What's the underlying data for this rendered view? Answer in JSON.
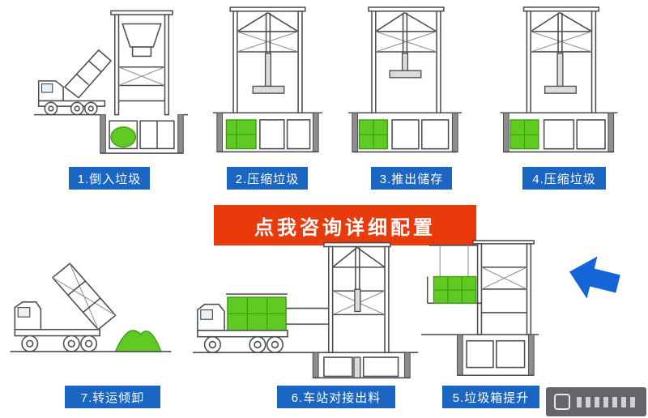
{
  "banner": {
    "label": "点我咨询详细配置"
  },
  "top_steps": [
    {
      "label": "1.倒入垃圾"
    },
    {
      "label": "2.压缩垃圾"
    },
    {
      "label": "3.推出储存"
    },
    {
      "label": "4.压缩垃圾"
    }
  ],
  "bottom_steps": [
    {
      "label": "7.转运倾卸"
    },
    {
      "label": "6.车站对接出料"
    },
    {
      "label": "5.垃圾箱提升"
    }
  ],
  "colors": {
    "label_blue": "#1a66c2",
    "banner_red": "#e93a0b",
    "garbage_green": "#5fcb22",
    "arrow_blue": "#1565d8"
  }
}
